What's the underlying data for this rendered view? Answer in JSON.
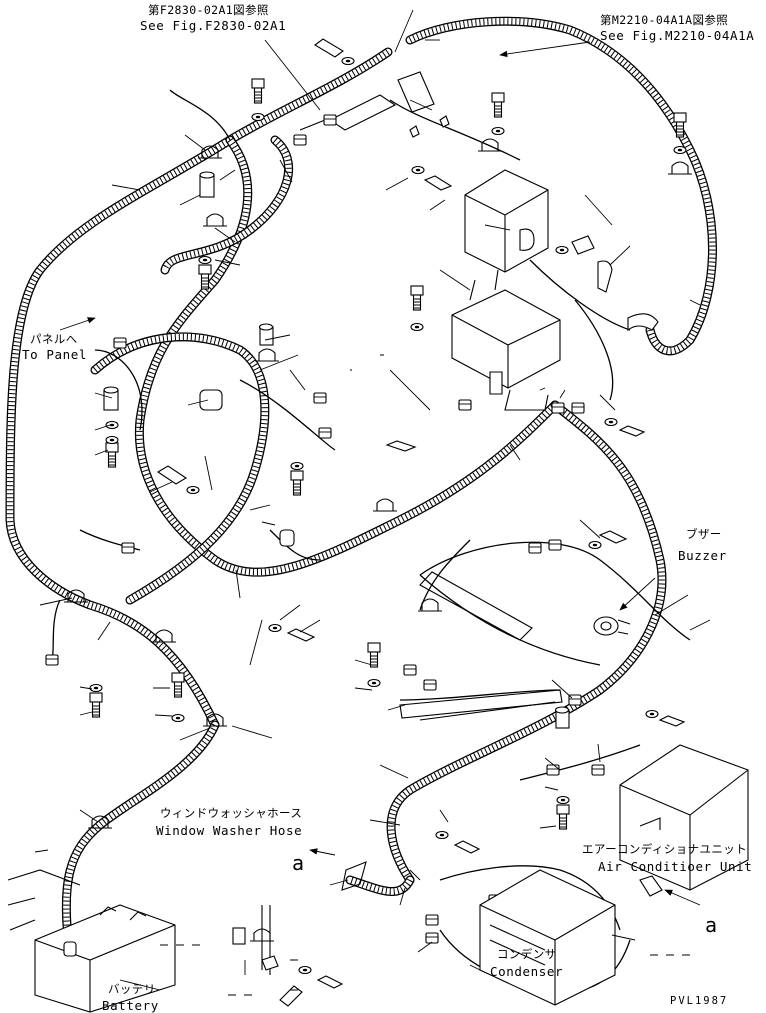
{
  "title": "",
  "references": {
    "top_left_ja": "第F2830-02A1図参照",
    "top_left_en": "See Fig.F2830-02A1",
    "top_right_ja": "第M2210-04A1A図参照",
    "top_right_en": "See Fig.M2210-04A1A"
  },
  "labels": {
    "panel_ja": "パネルへ",
    "panel_en": "To Panel",
    "buzzer_ja": "ブザー",
    "buzzer_en": "Buzzer",
    "washer_ja": "ウィンドウォッシャホース",
    "washer_en": "Window Washer Hose",
    "aircon_ja": "エアーコンディショナユニット",
    "aircon_en": "Air Conditioer Unit",
    "condenser_ja": "コンデンサ",
    "condenser_en": "Condenser",
    "battery_ja": "バッテリ",
    "battery_en": "Battery",
    "view_a_left": "a",
    "view_a_right": "a"
  },
  "drawing_code": "PVL1987",
  "icons": [
    "arrow-icon",
    "bolt-icon",
    "washer-icon",
    "clamp-icon",
    "connector-icon"
  ]
}
